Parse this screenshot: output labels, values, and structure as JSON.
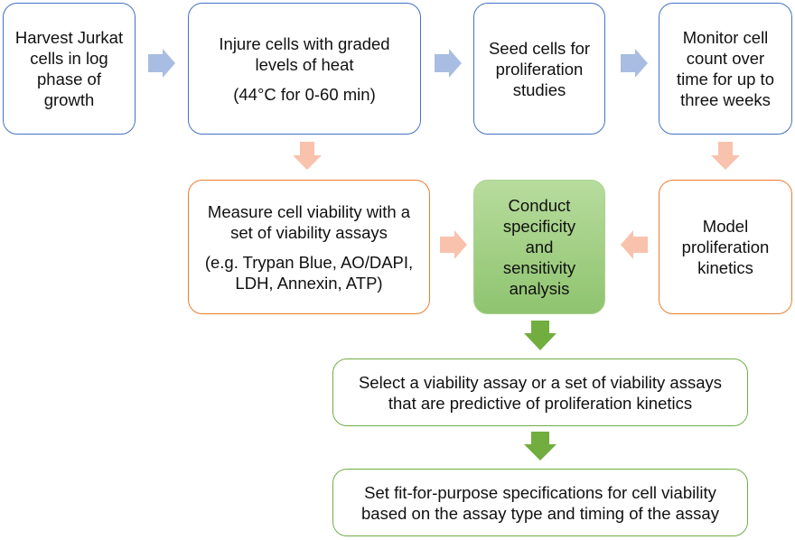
{
  "colors": {
    "blue_border": "#4472c4",
    "blue_arrow": "#a9bde3",
    "orange_border": "#ed7d31",
    "orange_arrow": "#f8c2ad",
    "green_border": "#70ad47",
    "green_arrow": "#71ad3f",
    "analysis_fill": "#a9d18e"
  },
  "nodes": {
    "harvest": {
      "lines": [
        "Harvest Jurkat",
        "cells in log",
        "phase of",
        "growth"
      ]
    },
    "injure": {
      "lines": [
        "Injure cells with graded",
        "levels of heat"
      ],
      "note": "(44°C for 0-60 min)"
    },
    "seed": {
      "lines": [
        "Seed cells for",
        "proliferation",
        "studies"
      ]
    },
    "monitor": {
      "lines": [
        "Monitor cell",
        "count over",
        "time for up to",
        "three weeks"
      ]
    },
    "measure": {
      "lines": [
        "Measure cell viability with a",
        "set of viability assays"
      ],
      "note_lines": [
        "(e.g. Trypan Blue, AO/DAPI,",
        "LDH, Annexin, ATP)"
      ]
    },
    "analysis": {
      "lines": [
        "Conduct",
        "specificity",
        "and",
        "sensitivity",
        "analysis"
      ]
    },
    "model": {
      "lines": [
        "Model",
        "proliferation",
        "kinetics"
      ]
    },
    "select": {
      "lines": [
        "Select a viability assay or a set of viability assays",
        "that are predictive of proliferation kinetics"
      ]
    },
    "specs": {
      "lines": [
        "Set fit-for-purpose specifications for cell viability",
        "based on the assay type and timing of the assay"
      ]
    }
  },
  "edges": [
    {
      "from": "harvest",
      "to": "injure",
      "dir": "right",
      "color": "blue"
    },
    {
      "from": "injure",
      "to": "seed",
      "dir": "right",
      "color": "blue"
    },
    {
      "from": "seed",
      "to": "monitor",
      "dir": "right",
      "color": "blue"
    },
    {
      "from": "injure",
      "to": "measure",
      "dir": "down",
      "color": "orange"
    },
    {
      "from": "monitor",
      "to": "model",
      "dir": "down",
      "color": "orange"
    },
    {
      "from": "measure",
      "to": "analysis",
      "dir": "right",
      "color": "orange"
    },
    {
      "from": "model",
      "to": "analysis",
      "dir": "left",
      "color": "orange"
    },
    {
      "from": "analysis",
      "to": "select",
      "dir": "down",
      "color": "green"
    },
    {
      "from": "select",
      "to": "specs",
      "dir": "down",
      "color": "green"
    }
  ]
}
